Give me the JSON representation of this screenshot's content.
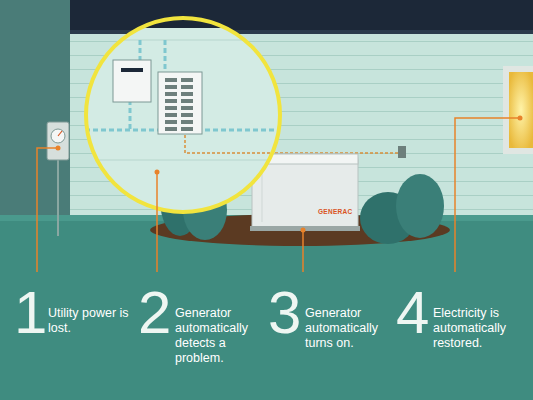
{
  "diagram": {
    "labels": [
      "GENERAC",
      "1",
      "Utility power is lost.",
      "2",
      "Generator automatically detects a problem.",
      "3",
      "Generator automatically turns on.",
      "4",
      "Electricity is automatically restored."
    ]
  }
}
